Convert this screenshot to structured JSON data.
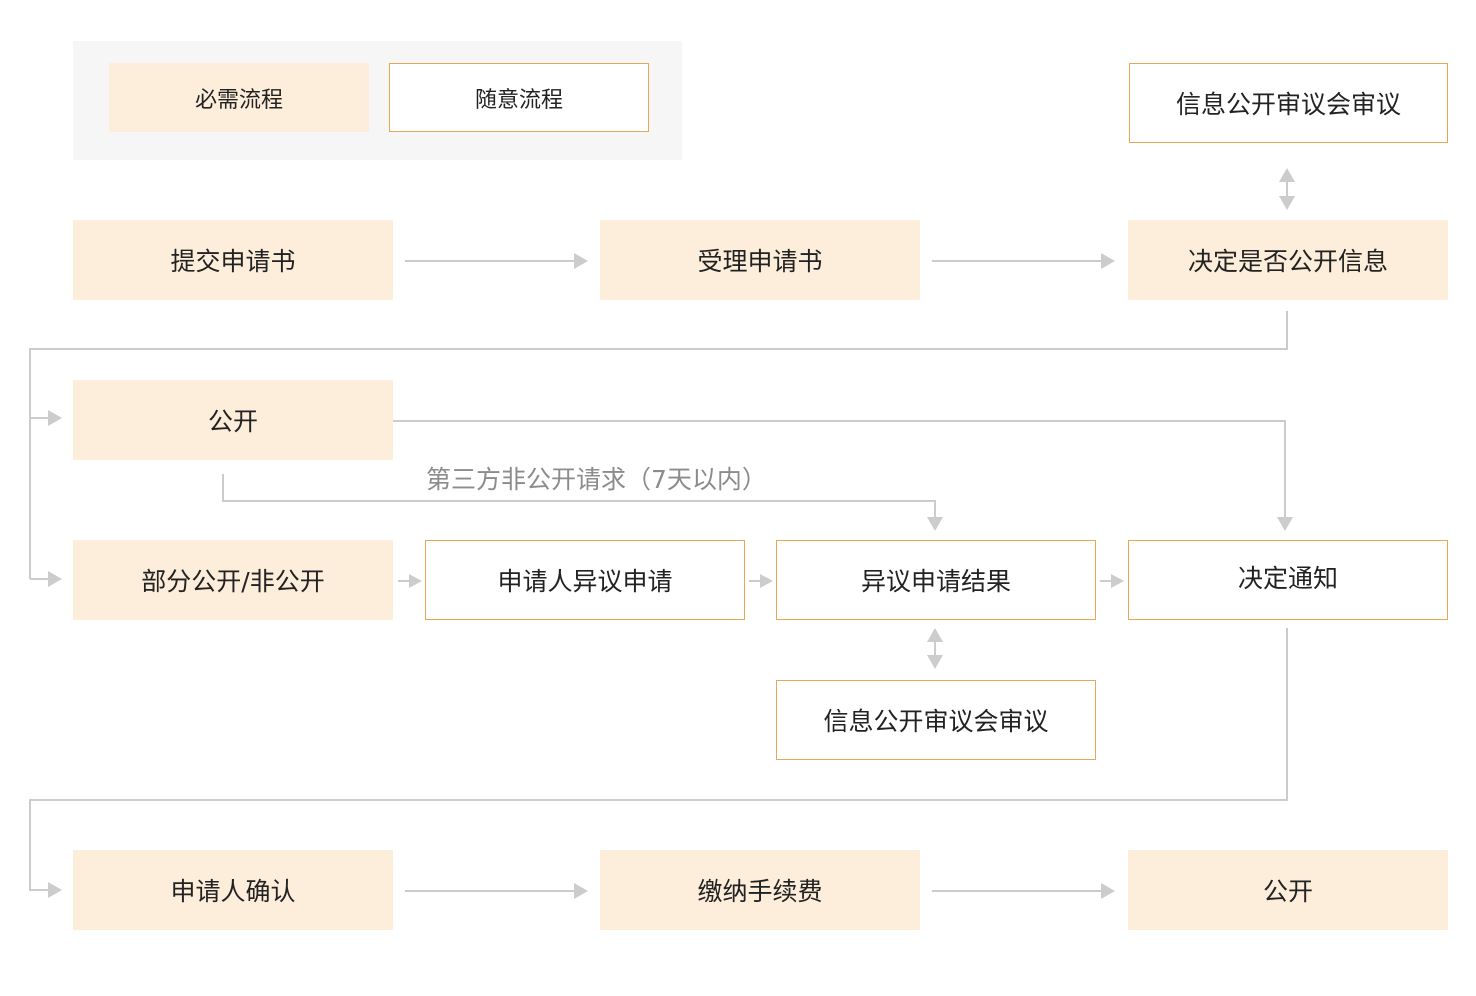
{
  "colors": {
    "required_fill": "#fdeedb",
    "optional_border": "#e8a756",
    "connector": "#cccccc",
    "legend_panel": "#f6f6f6"
  },
  "legend": {
    "required": "必需流程",
    "optional": "随意流程"
  },
  "steps": {
    "submit": "提交申请书",
    "accept": "受理申请书",
    "decide": "决定是否公开信息",
    "review_top": "信息公开审议会审议",
    "disclose": "公开",
    "partial": "部分公开/非公开",
    "objection": "申请人异议申请",
    "objection_result": "异议申请结果",
    "notice": "决定通知",
    "review_mid": "信息公开审议会审议",
    "confirm": "申请人确认",
    "fee": "缴纳手续费",
    "final_disclose": "公开"
  },
  "notes": {
    "third_party": "第三方非公开请求（7天以内）"
  }
}
